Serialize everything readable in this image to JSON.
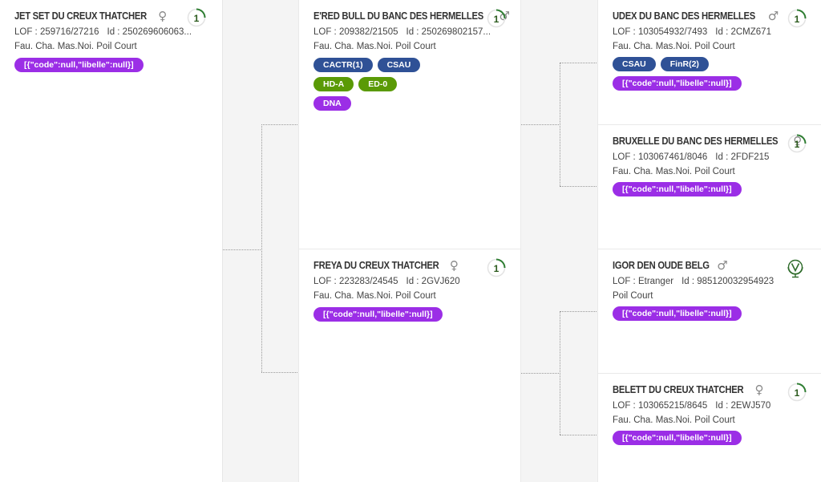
{
  "pedigree": {
    "subject": {
      "name": "JET SET DU CREUX THATCHER",
      "sex_symbol": "♀",
      "lof": "LOF : 259716/27216",
      "id": "Id : 250269606063...",
      "description": "Fau. Cha. Mas.Noi. Poil Court",
      "badge": "1",
      "tags": [
        {
          "label": "[{\"code\":null,\"libelle\":null}]",
          "color": "purple"
        }
      ]
    },
    "sire": {
      "name": "E'RED BULL DU BANC DES HERMELLES",
      "sex_symbol": "♂",
      "lof": "LOF : 209382/21505",
      "id": "Id : 250269802157...",
      "description": "Fau. Cha. Mas.Noi. Poil Court",
      "badge": "1",
      "tags": [
        {
          "label": "CACTR(1)",
          "color": "blue"
        },
        {
          "label": "CSAU",
          "color": "blue"
        },
        {
          "label": "HD-A",
          "color": "green"
        },
        {
          "label": "ED-0",
          "color": "green"
        },
        {
          "label": "DNA",
          "color": "purple"
        }
      ]
    },
    "dam": {
      "name": "FREYA DU CREUX THATCHER",
      "sex_symbol": "♀",
      "lof": "LOF : 223283/24545",
      "id": "Id : 2GVJ620",
      "description": "Fau. Cha. Mas.Noi. Poil Court",
      "badge": "1",
      "tags": [
        {
          "label": "[{\"code\":null,\"libelle\":null}]",
          "color": "purple"
        }
      ]
    },
    "sire_sire": {
      "name": "UDEX DU BANC DES HERMELLES",
      "sex_symbol": "♂",
      "lof": "LOF : 103054932/7493",
      "id": "Id : 2CMZ671",
      "description": "Fau. Cha. Mas.Noi. Poil Court",
      "badge": "1",
      "tags": [
        {
          "label": "CSAU",
          "color": "blue"
        },
        {
          "label": "FinR(2)",
          "color": "blue"
        },
        {
          "label": "[{\"code\":null,\"libelle\":null}]",
          "color": "purple"
        }
      ]
    },
    "sire_dam": {
      "name": "BRUXELLE DU BANC DES HERMELLES",
      "sex_symbol": "♀",
      "lof": "LOF : 103067461/8046",
      "id": "Id : 2FDF215",
      "description": "Fau. Cha. Mas.Noi. Poil Court",
      "badge": "1",
      "tags": [
        {
          "label": "[{\"code\":null,\"libelle\":null}]",
          "color": "purple"
        }
      ]
    },
    "dam_sire": {
      "name": "IGOR DEN OUDE BELG",
      "sex_symbol": "♂",
      "lof": "LOF : Etranger",
      "id": "Id : 985120032954923",
      "description": "Poil Court",
      "badge_icon": "globe-icon",
      "tags": [
        {
          "label": "[{\"code\":null,\"libelle\":null}]",
          "color": "purple"
        }
      ]
    },
    "dam_dam": {
      "name": "BELETT DU CREUX THATCHER",
      "sex_symbol": "♀",
      "lof": "LOF : 103065215/8645",
      "id": "Id : 2EWJ570",
      "description": "Fau. Cha. Mas.Noi. Poil Court",
      "badge": "1",
      "tags": [
        {
          "label": "[{\"code\":null,\"libelle\":null}]",
          "color": "purple"
        }
      ]
    }
  },
  "colors": {
    "purple": "#9b2ee6",
    "blue": "#2f5196",
    "green": "#5a9a06",
    "badge_arc": "#2e7d32"
  }
}
